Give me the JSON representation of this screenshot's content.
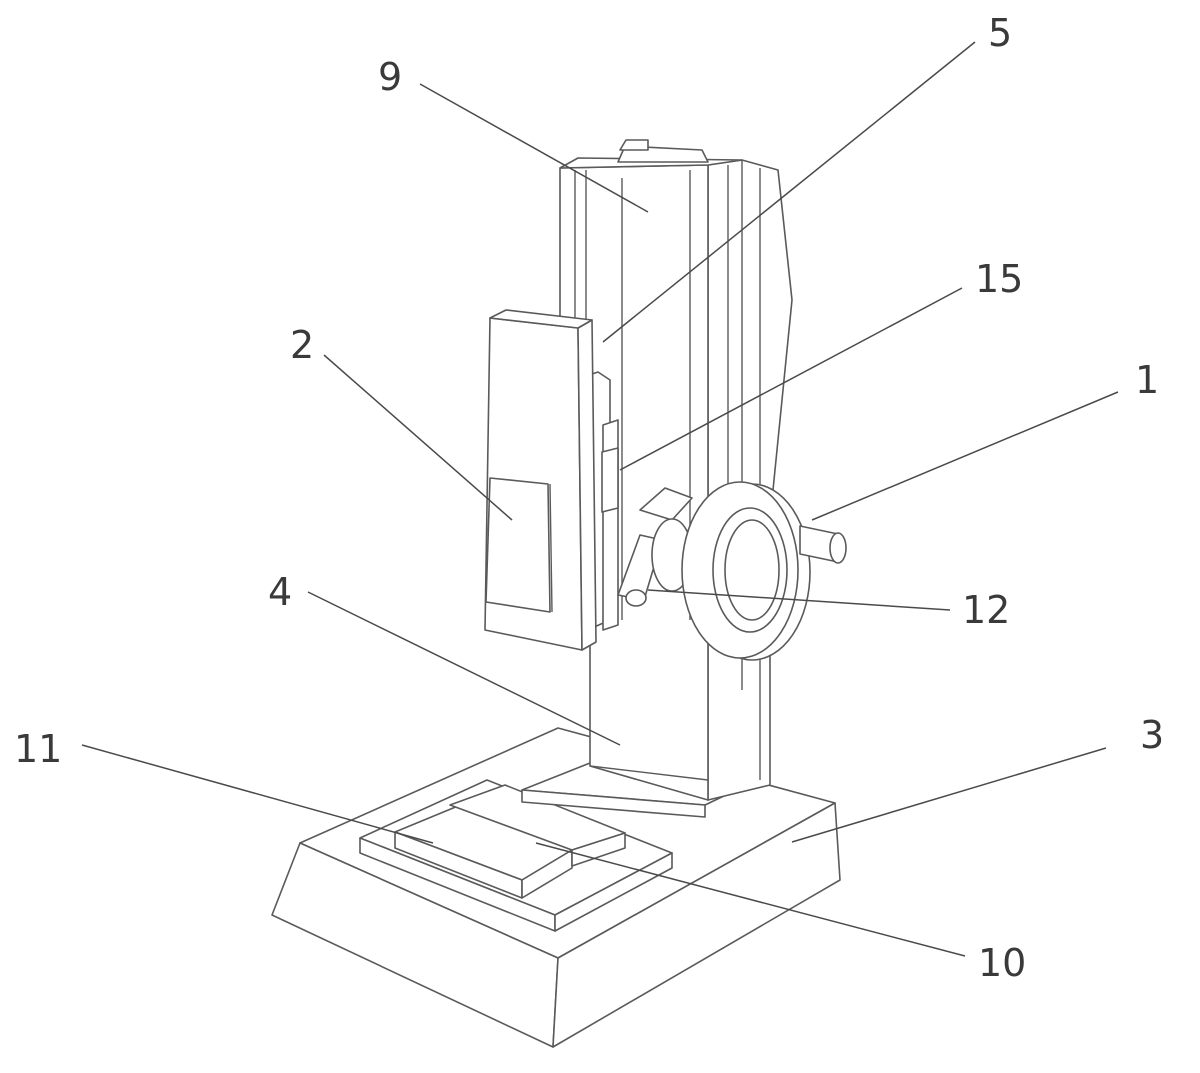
{
  "figure": {
    "callouts": {
      "c1": "1",
      "c2": "2",
      "c3": "3",
      "c4": "4",
      "c5": "5",
      "c9": "9",
      "c10": "10",
      "c11": "11",
      "c12": "12",
      "c15": "15"
    }
  }
}
